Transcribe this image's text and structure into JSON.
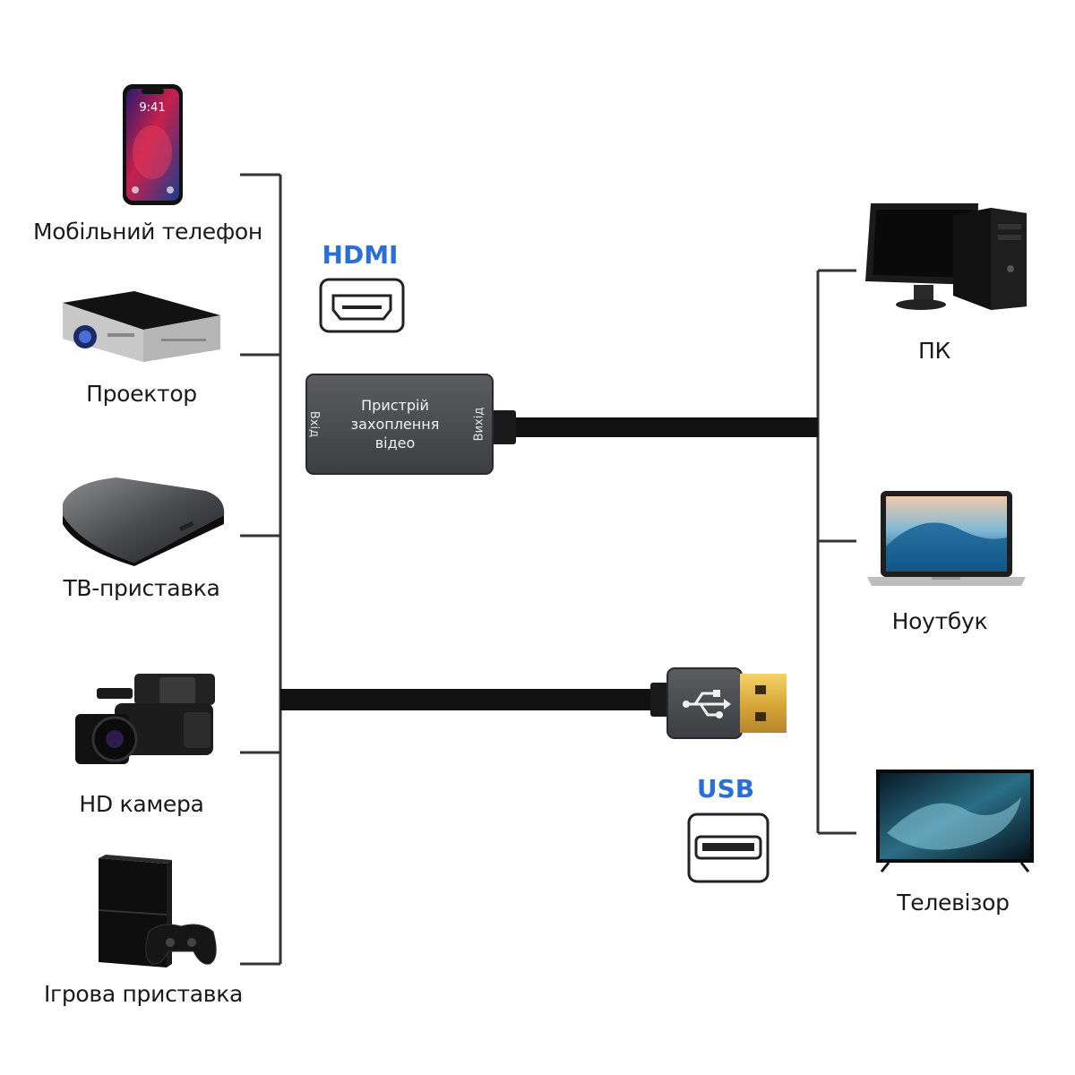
{
  "sources": [
    {
      "label": "Мобільний телефон",
      "icon": "smartphone-icon"
    },
    {
      "label": "Проектор",
      "icon": "projector-icon"
    },
    {
      "label": "ТВ-приставка",
      "icon": "tv-box-icon"
    },
    {
      "label": "HD камера",
      "icon": "camcorder-icon"
    },
    {
      "label": "Ігрова приставка",
      "icon": "game-console-icon"
    }
  ],
  "outputs": [
    {
      "label": "ПК",
      "icon": "desktop-pc-icon"
    },
    {
      "label": "Ноутбук",
      "icon": "laptop-icon"
    },
    {
      "label": "Телевізор",
      "icon": "tv-icon"
    }
  ],
  "hdmi": {
    "title": "HDMI",
    "color": "#2b6fd6",
    "icon": "hdmi-port-icon"
  },
  "usb": {
    "title": "USB",
    "color": "#2b6fd6",
    "icon": "usb-port-icon"
  },
  "capture_device": {
    "line1": "Пристрій",
    "line2": "захоплення",
    "line3": "відео",
    "input_label": "Вхід",
    "output_label": "Вихід"
  },
  "clock_time": "9:41"
}
